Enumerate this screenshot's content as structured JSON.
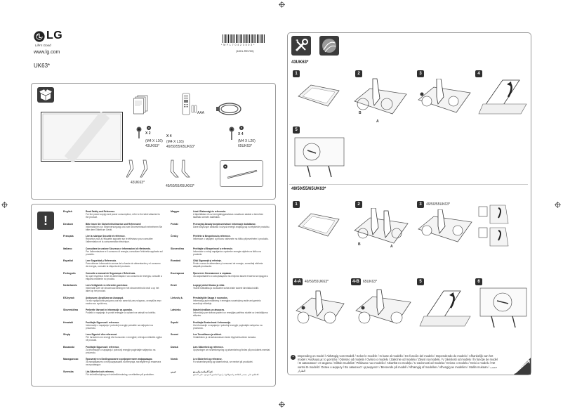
{
  "brand": {
    "name": "LG",
    "tagline": "Life's Good",
    "website": "www.lg.com"
  },
  "model": "UK63*",
  "barcode": {
    "number": "* M F L 7 0 4 2 3 5 0 3 *",
    "revision": "(1801-REV00)"
  },
  "contents": {
    "screw_a": {
      "badge": "a",
      "count": "X 2",
      "size": "(M4 X L16)",
      "models": "43UK63*"
    },
    "screw_mid": {
      "count": "X 4",
      "size": "(M4 X L16)",
      "models": "49/50/55/65UK63*"
    },
    "screw_b": {
      "badge": "b",
      "count": "X 4",
      "size": "(M4 X L20)",
      "models": "65UK63*"
    },
    "battery_label": "AAA",
    "stand_small_label": "43UK63*",
    "stand_large_label": "49/50/55/65UK63*"
  },
  "languages": {
    "left": [
      {
        "name": "English",
        "title": "Read Safety and Reference.",
        "body": "For the power supply and power consumption, refer to the label attached to the product."
      },
      {
        "name": "Deutsch",
        "title": "Bitte lesen Sie Sicherheitshinweise und Referenzen!",
        "body": "Informationen zur Stromversorgung und zum Stromverbrauch entnehmen Sie bitte dem Etikett am Gerät."
      },
      {
        "name": "Français",
        "title": "Lire la rubrique Sécurité et référence.",
        "body": "Reportez-vous à l'étiquette apposée sur le téléviseur pour connaître l'alimentation et la consommation électrique."
      },
      {
        "name": "Italiano",
        "title": "Consultare la sezione Sicurezza e informazioni di riferimento.",
        "body": "Per l'alimentazione e il consumo di energia, consultare l'etichetta applicata sul prodotto."
      },
      {
        "name": "Español",
        "title": "Leer Seguridad y Referencia.",
        "body": "Para obtener información acerca de la fuente de alimentación y el consumo de energía, consulte la etiqueta del producto."
      },
      {
        "name": "Português",
        "title": "Consulte o manual de Segurança e Referência.",
        "body": "No que respeita à fonte de alimentação e ao consumo de energia, consulte a etiqueta existente no produto."
      },
      {
        "name": "Nederlands",
        "title": "Lees Veiligheid en referentie goed door.",
        "body": "Informatie over de stroomvoorziening en het stroomverbruik vindt u op het label op het product."
      },
      {
        "name": "Ελληνικά",
        "title": "Ανάγνωση: Ασφάλεια και Αναφορά.",
        "body": "Για την τροφοδοσία ρεύματος και την κατανάλωση ενέργειας, ανατρέξτε στην ετικέτα του προϊόντος."
      },
      {
        "name": "Slovenščina",
        "title": "Preberite Varnost in informacije za uporabo.",
        "body": "Podatki o napajanju in porabi energije so opisani na nalepki na izdelku."
      },
      {
        "name": "Hrvatski",
        "title": "Pročitajte Sigurnost i reference.",
        "body": "Informacije o napajanju i potrošnji energije potražite na naljepnici na proizvodu."
      },
      {
        "name": "Shqip",
        "title": "Lexo Sigurinë dhe referencat.",
        "body": "Për furnizimin me energji dhe konsumin e energjisë, referojuni etiketës ngjitur në produkt."
      },
      {
        "name": "Bosanski",
        "title": "Pročitajte Sigurnost i reference.",
        "body": "Za informacije o napajanju i potrošnji energije pogledajte naljepnicu na proizvodu."
      },
      {
        "name": "Македонски",
        "title": "Прочитајте ги Безбедносните и референтните информации.",
        "body": "За напојувањето и потрошувачката на енергија, погледнете ја етикетата на производот."
      },
      {
        "name": "Svenska",
        "title": "Läs Säkerhet och referens.",
        "body": "För strömförsörjning och strömförbrukning, se etiketten på produkten."
      }
    ],
    "right": [
      {
        "name": "Magyar",
        "title": "Lásd: Biztonsági és referencia.",
        "body": "A tápellátásra és az energiafogyasztásra vonatkozó adatok a terméken található címkén találhatók."
      },
      {
        "name": "Polski",
        "title": "Przeczytaj Zasady bezpieczeństwa i informacje dodatkowe.",
        "body": "Dane dotyczące zasilania i zużycia energii znajdują się na etykiecie produktu."
      },
      {
        "name": "Česky",
        "title": "Přečtěte si Bezpečnost a reference.",
        "body": "Informace o napájení a příkonu naleznete na štítku připevněném k produktu."
      },
      {
        "name": "Slovenčina",
        "title": "Prečítajte si Bezpečnosť a referencie.",
        "body": "Informácie o zdroji napájania a spotrebe energie nájdete na štítku na produkte."
      },
      {
        "name": "Română",
        "title": "Citiţi Siguranţă şi referinţe.",
        "body": "Pentru sursa de alimentare şi consumul de energie, consultaţi eticheta ataşată produsului."
      },
      {
        "name": "Български",
        "title": "Прочетете Безопасност и справка.",
        "body": "За захранването и консумацията на енергия вижте етикета на продукта."
      },
      {
        "name": "Eesti",
        "title": "Lugege juhist Ohutus ja viide.",
        "body": "Teavet toiteallika ja voolutarbe kohta leiate tootele kinnitatud sildilt."
      },
      {
        "name": "Lietuvių k.",
        "title": "Perskaitykite Sauga ir nuorodos.",
        "body": "Informaciją apie maitinimą ir energijos suvartojimą rasite ant gaminio esančioje etiketėje."
      },
      {
        "name": "Latviešu",
        "title": "Izlasiet drošības un atsauces.",
        "body": "Informāciju par strāvas padevi un enerģijas patēriņu skatiet uz izstrādājuma etiķetes."
      },
      {
        "name": "Srpski",
        "title": "Pročitajte Bezbednost i informacije.",
        "body": "Za informacije o napajanju i potrošnji energije pogledajte nalepnicu na proizvodu."
      },
      {
        "name": "Suomi",
        "title": "Lue Turvallisuus ja viitteet.",
        "body": "Virtalähteen ja virrankulutuksen tiedot löytyvät tuotteen tarrasta."
      },
      {
        "name": "Dansk",
        "title": "Læs Sikkerhed og reference.",
        "body": "Oplysninger om strømforsyning og strømforbrug findes på produktets mærkat."
      },
      {
        "name": "Norsk",
        "title": "Les Sikkerhet og referanse.",
        "body": "For strømforsyning og strømforbruk, se merket på produktet."
      },
      {
        "name": "عربي",
        "title": "اقرأ السلامة والمرجع.",
        "body": "للاطلاع على مصدر الطاقة واستهلاكها، راجع الملصق الموجود على المنتج."
      }
    ]
  },
  "assembly": {
    "section1_title": "43UK63*",
    "section2_title": "49/50/55/65UK63*",
    "step_labels": {
      "b": "B",
      "a": "A"
    },
    "sec1_steps": [
      "1",
      "2",
      "3",
      "4",
      "5"
    ],
    "sec2_steps": [
      "1",
      "2",
      "3",
      "4-A",
      "4-B",
      "5",
      "6"
    ],
    "sec2_step3_models": "49/50/55UK63*",
    "sec2_step4a_models": "49/50/55UK63*",
    "sec2_step4b_models": "65UK63*"
  },
  "footnote": "Depending on model / Abhängig vom Modell / Selon le modèle / In base al modello / En función del modelo / Dependendo do modelo / Afhankelijk van het model / Ανάλογα με το μοντέλο / Odvisno od modela / Ovisno o modelu / Zależnie od modelu / Závisí na modelu / V závislosti od modelu / În funcție de model / В зависимост от модела / Sõltub mudelist / Priklauso nuo modelio / Atkarībā no modeļa / U zavisnosti od modela / Ovisno o modelu / Ovisi o modelu / Në varësi të modelit / Освен о моделу / Во зависност од моделот / Beroende på modell / Afhængig af modellen / Afhengig av modellen / Mallin mukaan / حسب الطراز"
}
